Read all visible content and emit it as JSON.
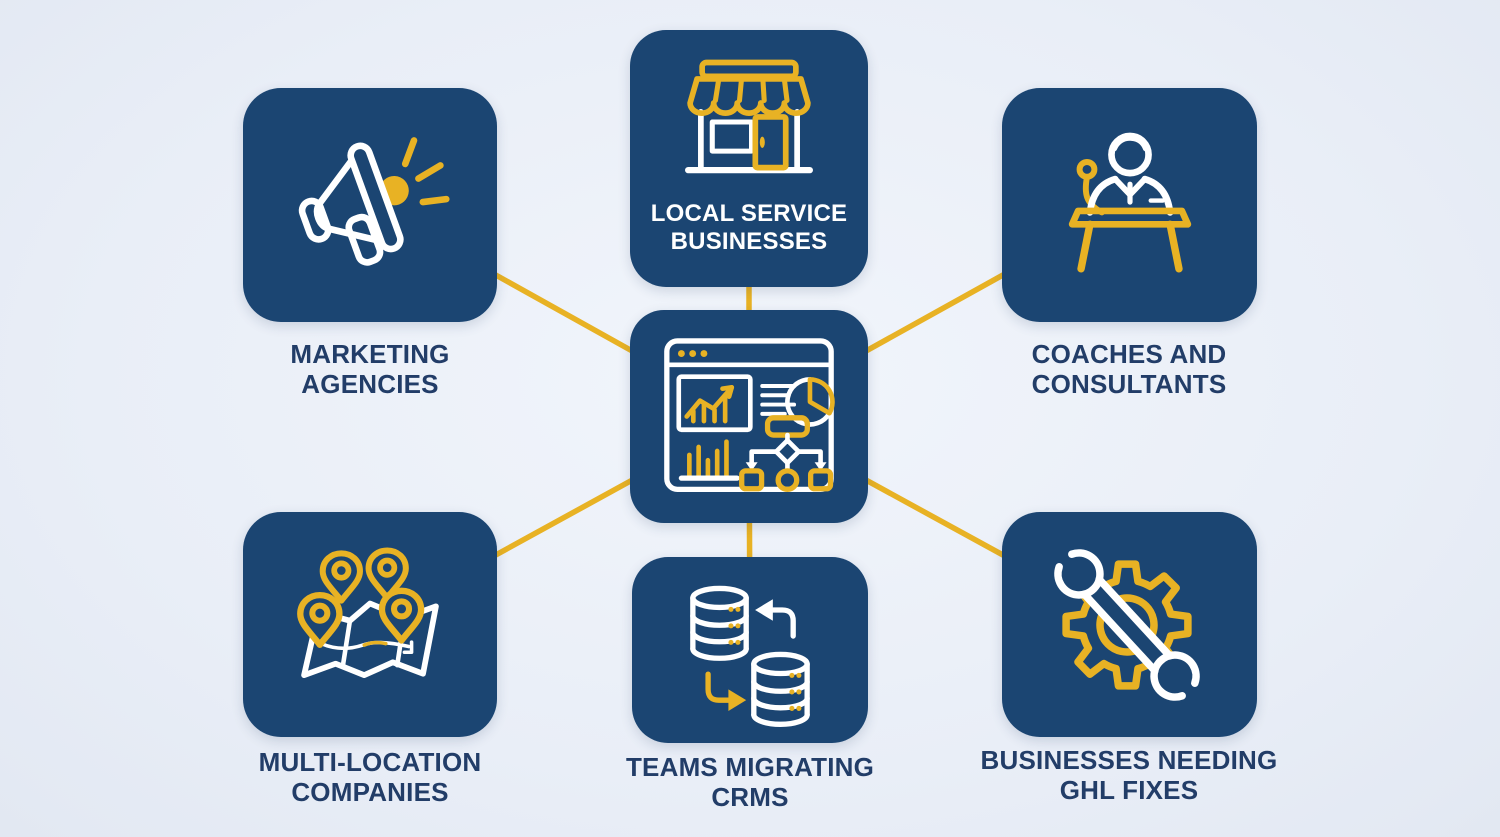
{
  "colors": {
    "page-bg": "#e9eef7",
    "card-navy": "#1b4572",
    "accent-yellow": "#e8b224",
    "icon-white": "#ffffff",
    "label-navy": "#223d68"
  },
  "diagram": {
    "center": {
      "id": "crm-dashboard-hub",
      "icon": "crm-dashboard-icon",
      "label": ""
    },
    "nodes": [
      {
        "id": "marketing-agencies",
        "icon": "megaphone-icon",
        "label_line1": "MARKETING",
        "label_line2": "AGENCIES",
        "label_position": "below"
      },
      {
        "id": "local-service-businesses",
        "icon": "storefront-icon",
        "label_line1": "LOCAL SERVICE",
        "label_line2": "BUSINESSES",
        "label_position": "inside"
      },
      {
        "id": "coaches-and-consultants",
        "icon": "speaker-podium-icon",
        "label_line1": "COACHES AND",
        "label_line2": "CONSULTANTS",
        "label_position": "below"
      },
      {
        "id": "multi-location-companies",
        "icon": "map-location-pins-icon",
        "label_line1": "MULTI-LOCATION",
        "label_line2": "COMPANIES",
        "label_position": "below"
      },
      {
        "id": "teams-migrating-crms",
        "icon": "database-migration-icon",
        "label_line1": "TEAMS MIGRATING",
        "label_line2": "CRMS",
        "label_position": "below"
      },
      {
        "id": "businesses-needing-ghl-fixes",
        "icon": "wrench-gear-icon",
        "label_line1": "BUSINESSES NEEDING",
        "label_line2": "GHL FIXES",
        "label_position": "below"
      }
    ]
  }
}
